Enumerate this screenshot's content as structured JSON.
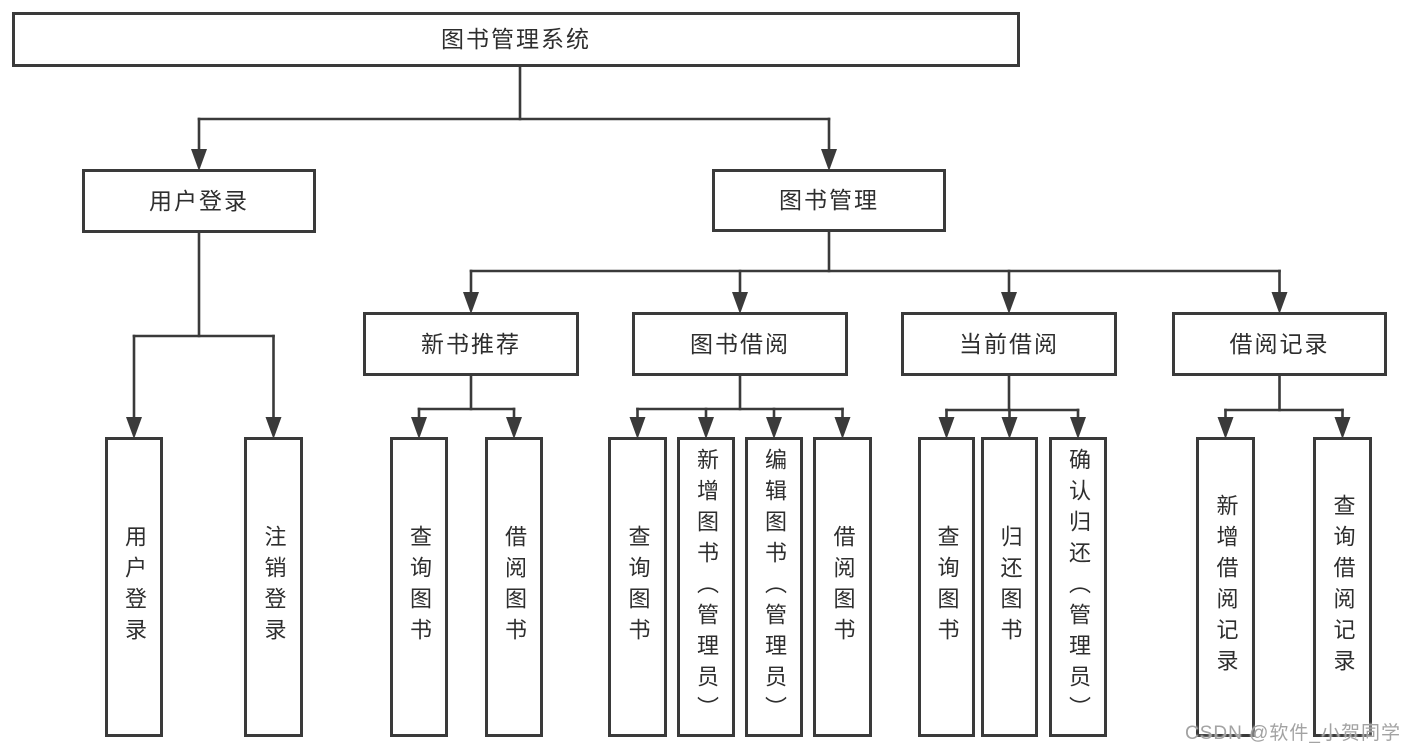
{
  "watermark": "CSDN @软件_小贺同学",
  "colors": {
    "line": "#3a3a3a",
    "border": "#3a3a3a",
    "text": "#2e2e2e",
    "watermark_text": "#a3a3a3",
    "background": "#ffffff"
  },
  "tree": {
    "id": "root",
    "label": "图书管理系统",
    "children": [
      {
        "id": "user-login",
        "label": "用户登录",
        "children": [
          {
            "id": "user-login-leaf",
            "label": "用户登录",
            "vertical": true
          },
          {
            "id": "logout-leaf",
            "label": "注销登录",
            "vertical": true
          }
        ]
      },
      {
        "id": "book-management",
        "label": "图书管理",
        "children": [
          {
            "id": "new-book-recommend",
            "label": "新书推荐",
            "children": [
              {
                "id": "nbr-query-books",
                "label": "查询图书",
                "vertical": true
              },
              {
                "id": "nbr-borrow-books",
                "label": "借阅图书",
                "vertical": true
              }
            ]
          },
          {
            "id": "book-borrowing",
            "label": "图书借阅",
            "children": [
              {
                "id": "bb-query-books",
                "label": "查询图书",
                "vertical": true
              },
              {
                "id": "bb-add-books-admin",
                "label": "新增图书（管理员）",
                "vertical": true
              },
              {
                "id": "bb-edit-books-admin",
                "label": "编辑图书（管理员）",
                "vertical": true
              },
              {
                "id": "bb-borrow-books",
                "label": "借阅图书",
                "vertical": true
              }
            ]
          },
          {
            "id": "current-borrowing",
            "label": "当前借阅",
            "children": [
              {
                "id": "cb-query-books",
                "label": "查询图书",
                "vertical": true
              },
              {
                "id": "cb-return-books",
                "label": "归还图书",
                "vertical": true
              },
              {
                "id": "cb-confirm-return-admin",
                "label": "确认归还（管理员）",
                "vertical": true
              }
            ]
          },
          {
            "id": "borrow-records",
            "label": "借阅记录",
            "children": [
              {
                "id": "br-add-record",
                "label": "新增借阅记录",
                "vertical": true
              },
              {
                "id": "br-query-record",
                "label": "查询借阅记录",
                "vertical": true
              }
            ]
          }
        ]
      }
    ]
  }
}
